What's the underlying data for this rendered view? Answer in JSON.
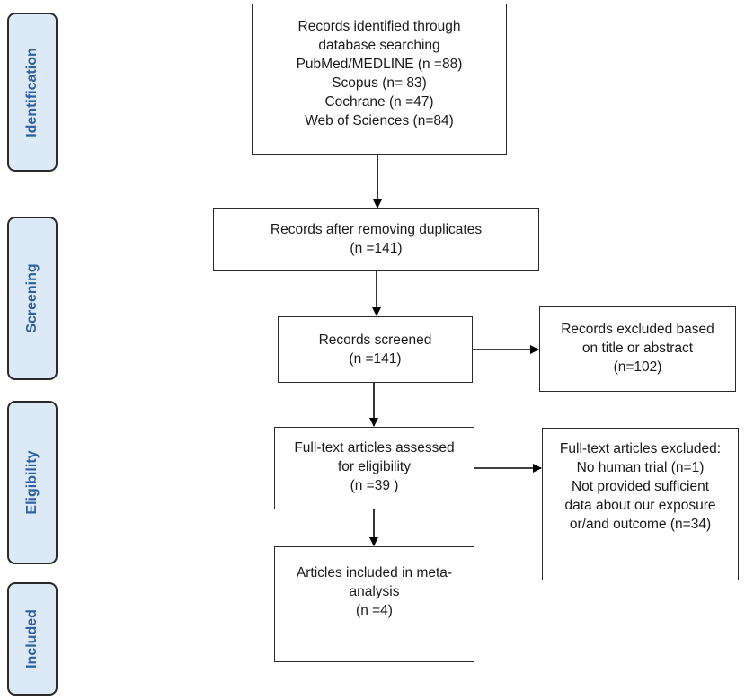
{
  "phases": {
    "identification": "Identification",
    "screening": "Screening",
    "eligibility": "Eligibility",
    "included": "Included"
  },
  "boxes": {
    "identified": {
      "lines": [
        "Records identified through",
        "database searching",
        "PubMed/MEDLINE (n =88)",
        "Scopus (n= 83)",
        "Cochrane (n =47)",
        "Web of Sciences (n=84)"
      ]
    },
    "after_duplicates": {
      "lines": [
        "Records after removing duplicates",
        "(n =141)"
      ]
    },
    "screened": {
      "lines": [
        "Records screened",
        "(n =141)"
      ]
    },
    "excluded_title": {
      "lines": [
        "Records excluded based",
        "on title or abstract",
        "(n=102)"
      ]
    },
    "fulltext_assessed": {
      "lines": [
        "Full-text articles assessed",
        "for eligibility",
        "(n =39 )"
      ]
    },
    "fulltext_excluded": {
      "lines": [
        "Full-text articles excluded:",
        "No human trial (n=1)",
        "Not provided sufficient",
        "data about our exposure",
        "or/and outcome (n=34)"
      ]
    },
    "included": {
      "lines": [
        "Articles included in meta-",
        "analysis",
        "(n =4)"
      ]
    }
  },
  "colors": {
    "phase_fill": "#dce9f7",
    "phase_text": "#2f5fa0",
    "border": "#2a2a2a"
  }
}
